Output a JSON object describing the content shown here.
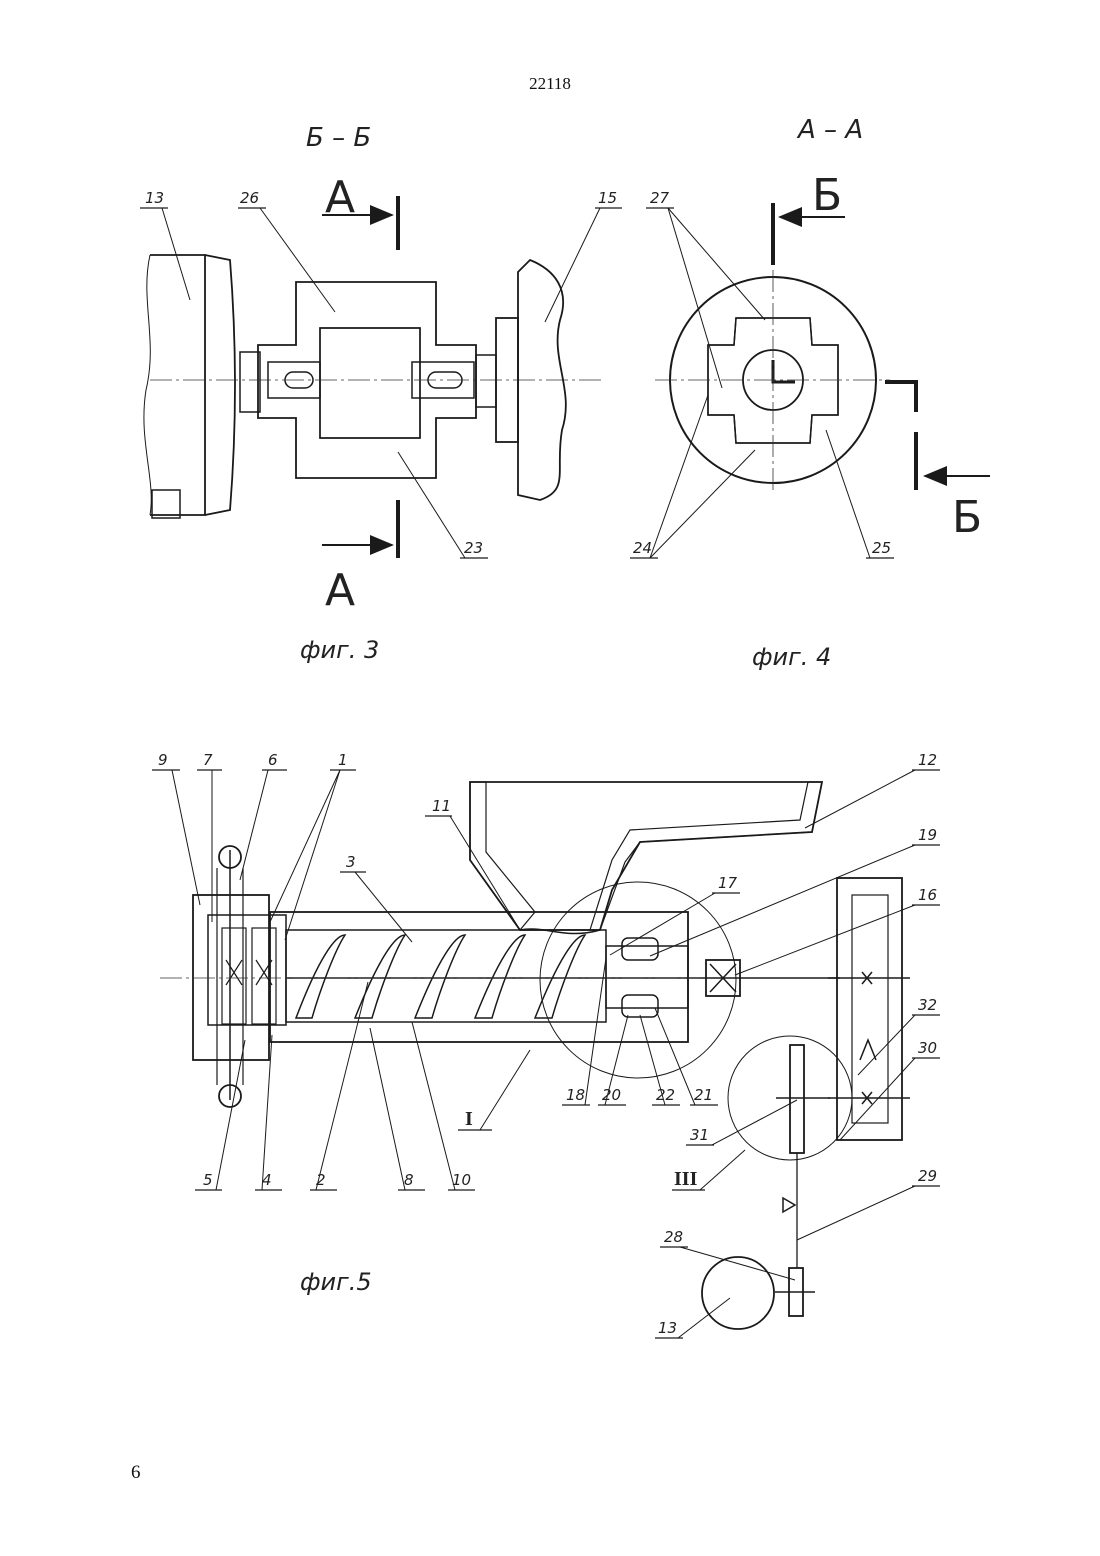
{
  "page": {
    "number_top": "22118",
    "number_bottom": "6"
  },
  "fig3": {
    "caption": "фиг. 3",
    "section_title": "Б – Б",
    "cut_letter_top": "А",
    "cut_letter_bottom": "А",
    "labels": [
      "13",
      "26",
      "15",
      "23"
    ]
  },
  "fig4": {
    "caption": "фиг. 4",
    "section_title": "А – А",
    "cut_letter_top": "Б",
    "cut_letter_bottom": "Б",
    "labels": [
      "27",
      "24",
      "25"
    ]
  },
  "fig5": {
    "caption": "фиг.5",
    "top_labels": [
      "9",
      "7",
      "6",
      "1",
      "3",
      "11",
      "12",
      "19",
      "17",
      "16",
      "32",
      "30",
      "29",
      "28"
    ],
    "bottom_labels": [
      "5",
      "4",
      "2",
      "8",
      "10",
      "18",
      "20",
      "22",
      "21",
      "31",
      "13"
    ],
    "detail_I": "I",
    "detail_III": "III"
  },
  "colors": {
    "ink": "#1a1a1a",
    "paper": "#ffffff"
  }
}
